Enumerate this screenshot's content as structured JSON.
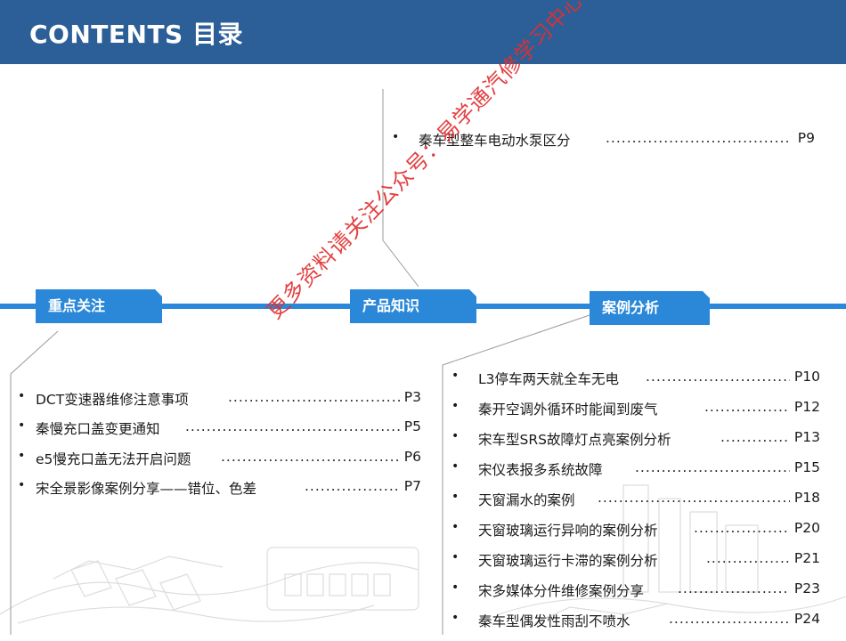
{
  "header": {
    "title": "CONTENTS  目录"
  },
  "colors": {
    "header_bg": "#2c5f97",
    "tab_bg": "#2b88d8",
    "band": "#2b88d8",
    "watermark": "#e03030"
  },
  "tabs": [
    {
      "label": "重点关注"
    },
    {
      "label": "产品知识"
    },
    {
      "label": "案例分析"
    }
  ],
  "sections": {
    "product": {
      "items": [
        {
          "text": "秦车型整车电动水泵区分",
          "page": "P9"
        }
      ]
    },
    "focus": {
      "items": [
        {
          "text": "DCT变速器维修注意事项",
          "page": "P3"
        },
        {
          "text": "秦慢充口盖变更通知",
          "page": "P5"
        },
        {
          "text": "e5慢充口盖无法开启问题",
          "page": "P6"
        },
        {
          "text": "宋全景影像案例分享——错位、色差",
          "page": "P7"
        }
      ]
    },
    "cases": {
      "items": [
        {
          "text": "L3停车两天就全车无电",
          "page": "P10"
        },
        {
          "text": "秦开空调外循环时能闻到废气",
          "page": "P12"
        },
        {
          "text": "宋车型SRS故障灯点亮案例分析",
          "page": "P13"
        },
        {
          "text": "宋仪表报多系统故障",
          "page": "P15"
        },
        {
          "text": "天窗漏水的案例",
          "page": "P18"
        },
        {
          "text": "天窗玻璃运行异响的案例分析",
          "page": "P20"
        },
        {
          "text": "天窗玻璃运行卡滞的案例分析",
          "page": "P21"
        },
        {
          "text": "宋多媒体分件维修案例分享",
          "page": "P23"
        },
        {
          "text": "秦车型偶发性雨刮不喷水",
          "page": "P24"
        }
      ]
    }
  },
  "watermark": {
    "text": "更多资料请关注公众号：易学通汽修学习中心"
  },
  "bullet": "•",
  "leader": "......................................................................................................"
}
